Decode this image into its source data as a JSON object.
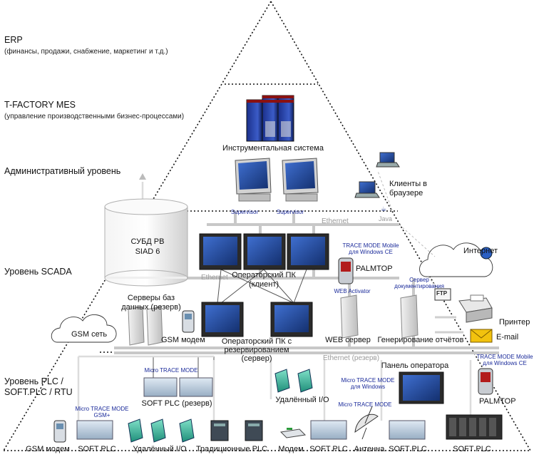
{
  "levels": {
    "erp": {
      "title": "ERP",
      "subtitle": "(финансы, продажи, снабжение, маркетинг и т.д.)"
    },
    "mes": {
      "title": "T-FACTORY MES",
      "subtitle": "(управление производственными бизнес-процессами)"
    },
    "admin": {
      "title": "Административный уровень"
    },
    "scada": {
      "title": "Уровень SCADA"
    },
    "plc": {
      "title_line1": "Уровень PLC /",
      "title_line2": "SOFT.PLC / RTU"
    }
  },
  "labels": {
    "instrumental_system": "Инструментальная система",
    "supervisor_1": "Supervisor",
    "supervisor_2": "Supervisor",
    "ethernet_top": "Ethernet",
    "ethernet_mid": "Ethernet",
    "ethernet_bottom": "Ethernet (резерв)",
    "java": "Java",
    "browser_clients_line1": "Клиенты в",
    "browser_clients_line2": "браузере",
    "internet": "Интернет",
    "db_line1": "СУБД РВ",
    "db_line2": "SIAD 6",
    "db_servers_line1": "Серверы баз",
    "db_servers_line2": "данных (резерв)",
    "operator_pc_client_line1": "Операторский ПК",
    "operator_pc_client_line2": "(клиент)",
    "trace_mode_mobile_1_line1": "TRACE MODE Mobile",
    "trace_mode_mobile_1_line2": "для Windows CE",
    "palmtop_1": "PALMTOP",
    "web_activator": "WEB Activator",
    "doc_server_line1": "Сервер",
    "doc_server_line2": "документирования",
    "ftp": "FTP",
    "printer": "Принтер",
    "email": "E-mail",
    "gsm_network": "GSM сеть",
    "gsm_modem_1": "GSM модем",
    "redundant_pc_line1": "Операторский ПК с",
    "redundant_pc_line2": "резервированием",
    "redundant_pc_line3": "(сервер)",
    "web_server": "WEB сервер",
    "report_generation": "Генерирование отчётов",
    "trace_mode_mobile_2_line1": "TRACE MODE Mobile",
    "trace_mode_mobile_2_line2": "для Windows CE",
    "micro_trace_mode_1": "Micro TRACE MODE",
    "soft_plc_redundant": "SOFT PLC (резерв)",
    "remote_io_1": "Удалённый I/O",
    "operator_panel": "Панель оператора",
    "micro_trace_mode_windows_line1": "Micro TRACE MODE",
    "micro_trace_mode_windows_line2": "для Windows",
    "micro_trace_mode_2": "Micro TRACE MODE",
    "palmtop_2": "PALMTOP",
    "micro_trace_mode_gsm_line1": "Micro TRACE MODE",
    "micro_trace_mode_gsm_line2": "GSM+",
    "gsm_modem_2": "GSM модем",
    "soft_plc_1": "SOFT PLC",
    "remote_io_2": "Удалённый I/O",
    "traditional_plc": "Традиционные PLC",
    "modem": "Модем",
    "soft_plc_2": "SOFT PLC",
    "antenna": "Антенна",
    "soft_plc_3": "SOFT PLC",
    "soft_plc_4": "SOFT PLC"
  },
  "colors": {
    "outline": "#111111",
    "ethernet": "#c8c8c8",
    "caption_blue": "#1a2a9a",
    "screen_blue": "#1e3f8f"
  },
  "icons": [
    "server-box-icon",
    "monitor-icon",
    "laptop-icon",
    "panel-pc-icon",
    "cloud-icon",
    "database-cylinder-icon",
    "palmtop-icon",
    "printer-icon",
    "envelope-icon",
    "plc-module-icon",
    "antenna-icon",
    "modem-icon",
    "gsm-phone-icon"
  ]
}
